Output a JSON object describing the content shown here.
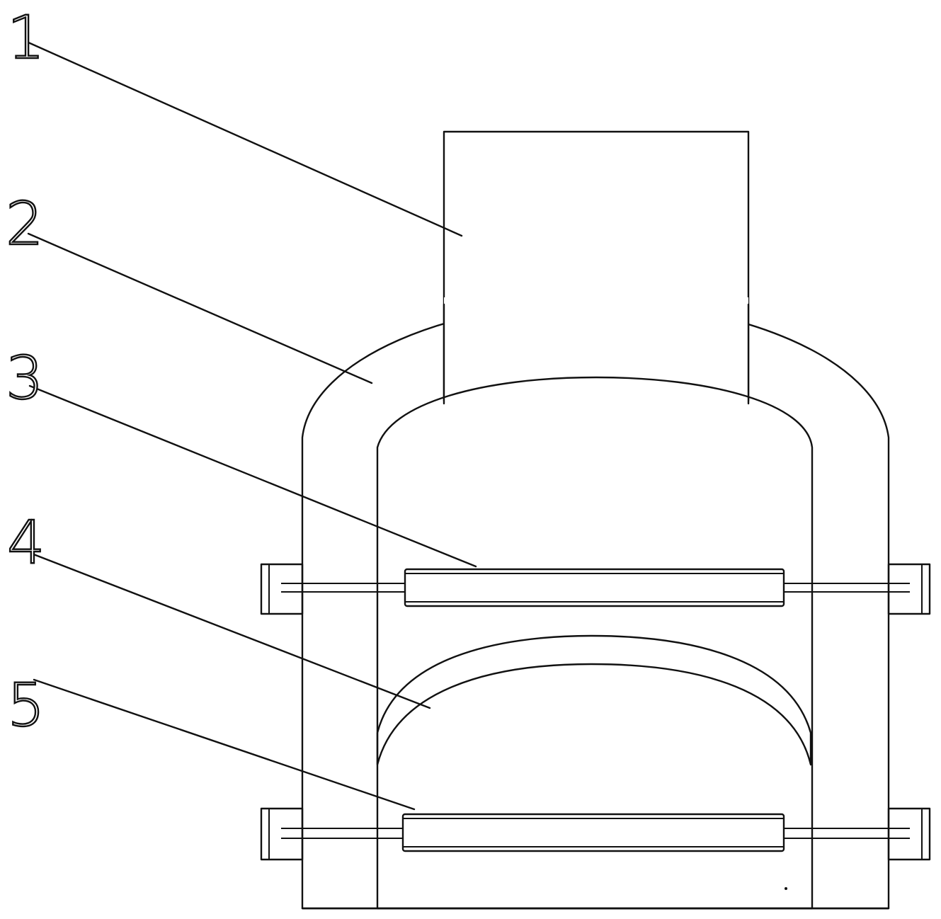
{
  "diagram": {
    "labels": [
      {
        "id": "1",
        "text": "1"
      },
      {
        "id": "2",
        "text": "2"
      },
      {
        "id": "3",
        "text": "3"
      },
      {
        "id": "4",
        "text": "4"
      },
      {
        "id": "5",
        "text": "5"
      }
    ],
    "colors": {
      "line": "#111111",
      "background": "#ffffff"
    }
  }
}
